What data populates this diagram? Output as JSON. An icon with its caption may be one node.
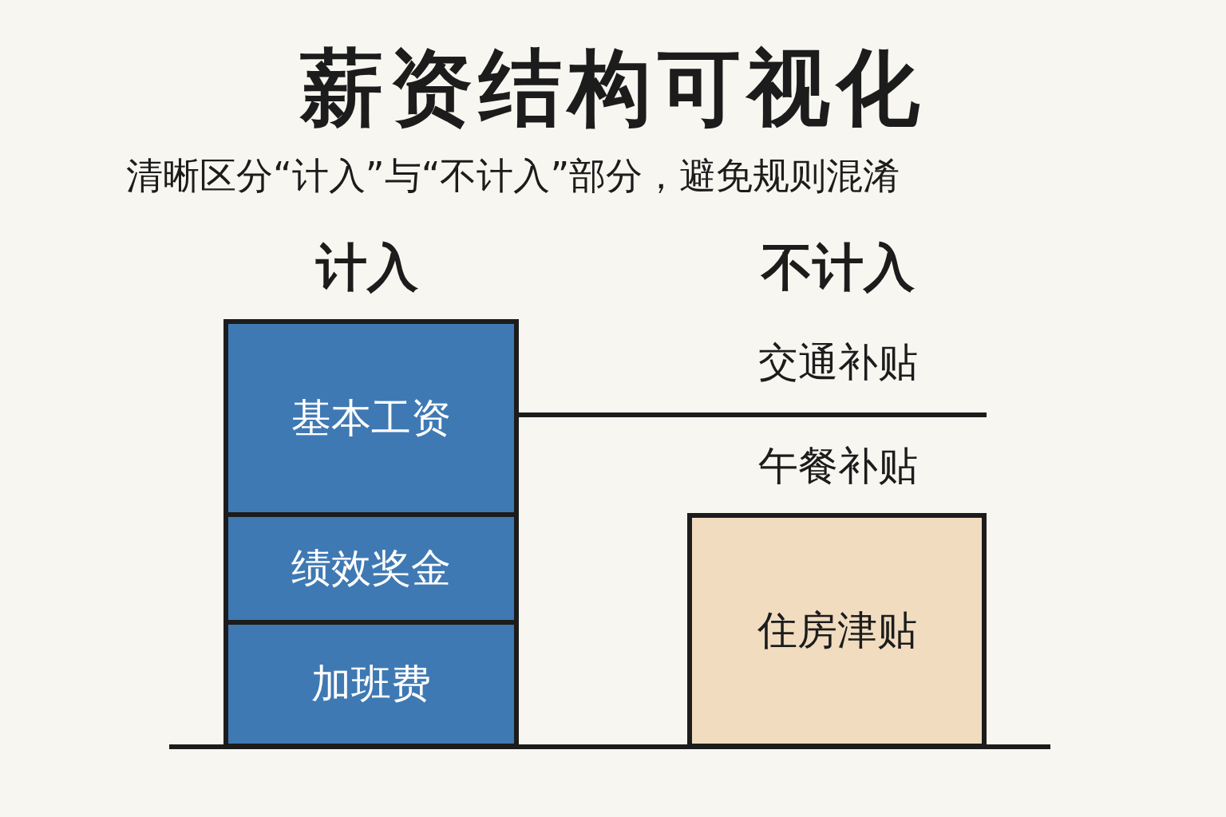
{
  "diagram": {
    "title": "薪资结构可视化",
    "caption": "清晰区分“计入”与“不计入”部分，避免规则混淆",
    "nodes": [
      {
        "text": [
          "基本工资"
        ]
      },
      {
        "text": [
          "绩效奖金"
        ]
      },
      {
        "text": [
          "加班费"
        ]
      },
      {
        "text": [
          "住房津贴"
        ]
      }
    ],
    "labels": [
      "计入",
      "不计入",
      "交通补贴",
      "午餐补贴"
    ]
  }
}
